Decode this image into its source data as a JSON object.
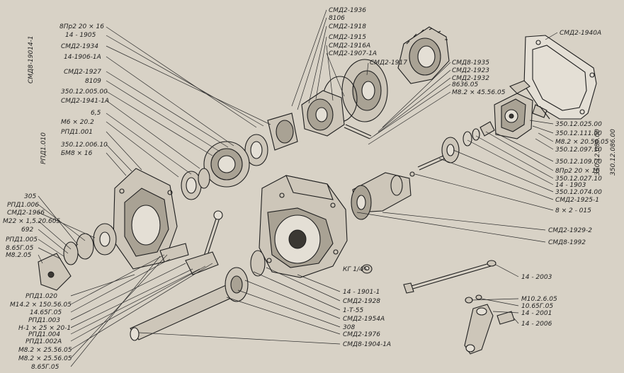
{
  "labels": {
    "l01": "СМД2-1936",
    "l02": "8106",
    "l03": "СМД2-1918",
    "l04": "СМД2-1915",
    "l05": "СМД2-1916А",
    "l06": "СМД2-1907-1А",
    "l07": "СМД2-1917",
    "l08": "СМД2-1940А",
    "l09": "8Пр2 20 × 16",
    "l10": "14 - 1905",
    "l11": "СМД2-1934",
    "l12": "14-1906-1А",
    "l13": "СМД2-1927",
    "l14": "8109",
    "l15": "350.12.005.00",
    "l16": "СМД2-1941-1А",
    "l17": "6,5",
    "l18": "М6 × 20.2",
    "l19": "РПД1.001",
    "l20": "350.12.006.10",
    "l21": "БМ8 × 16",
    "l22": "СМД8-1935",
    "l23": "СМД2-1923",
    "l24": "СМД2-1932",
    "l25": "8636.05",
    "l26": "М8.2 × 45.56.05",
    "l27": "350.12.025.00",
    "l28": "350.12.111.00",
    "l29": "М8.2 × 20.56.05",
    "l30": "350.12.097.10",
    "l31": "350.12.109.00",
    "l32": "8Пр2 20 × 16",
    "l33": "350.12.027.10",
    "l34": "14 - 1903",
    "l35": "350.12.074.00",
    "l36": "СМД2-1925-1",
    "l37": "8 × 2 - 015",
    "l38": "СМД2-1929-2",
    "l39": "СМД8-1992",
    "l40": "305",
    "l41": "РПД1.006",
    "l42": "СМД2-1966",
    "l43": "М22 × 1,5.20.605",
    "l44": "692",
    "l45": "РПД1.005",
    "l46": "8.65Г.05",
    "l47": "М8.2.05",
    "l48": "КГ 1/4\"",
    "l49": "14 - 2003",
    "l50": "14 - 1901-1",
    "l51": "СМД2-1928",
    "l52": "1-Т-55",
    "l53": "СМД2-1954А",
    "l54": "308",
    "l55": "СМД2-1976",
    "l56": "СМД8-1904-1А",
    "l57": "М10.2.6.05",
    "l58": "10.65Г.05",
    "l59": "14 - 2001",
    "l60": "14 - 2006",
    "l61": "РПД1.020",
    "l62": "М14.2 × 150.56.05",
    "l63": "14.65Г.05",
    "l64": "РПД1.003",
    "l65": "Н-1 × 25 × 20-1",
    "l66": "РПД1.004",
    "l67": "РПД1.002А",
    "l68": "М8.2 × 25.56.05",
    "l69": "М8.2 × 25.56.05",
    "l70": "8.65Г.05",
    "v1": "СМД8-19014-1",
    "v2": "РПД1.010",
    "v3": "350.12.080.00",
    "v4": "350.12.086.00"
  }
}
